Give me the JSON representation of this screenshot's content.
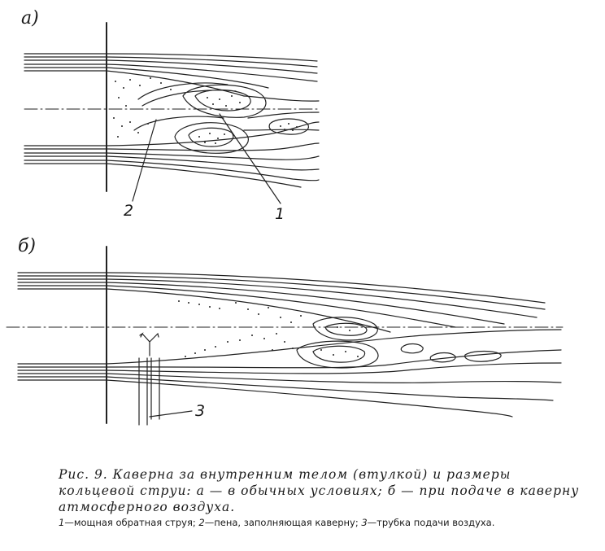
{
  "figure": {
    "panel_a_label": "а)",
    "panel_b_label": "б)",
    "labels_a": [
      "1",
      "2"
    ],
    "label_b": "3"
  },
  "caption": {
    "main": "Рис. 9. Каверна за внутренним телом (втулкой) и размеры кольцевой струи: а — в обычных условиях; б — при подаче в каверну атмосферного воздуха.",
    "legend": [
      {
        "num": "1",
        "text": "мощная обратная струя;"
      },
      {
        "num": "2",
        "text": "пена, заполняющая каверну;"
      },
      {
        "num": "3",
        "text": "трубка подачи воздуха."
      }
    ]
  }
}
